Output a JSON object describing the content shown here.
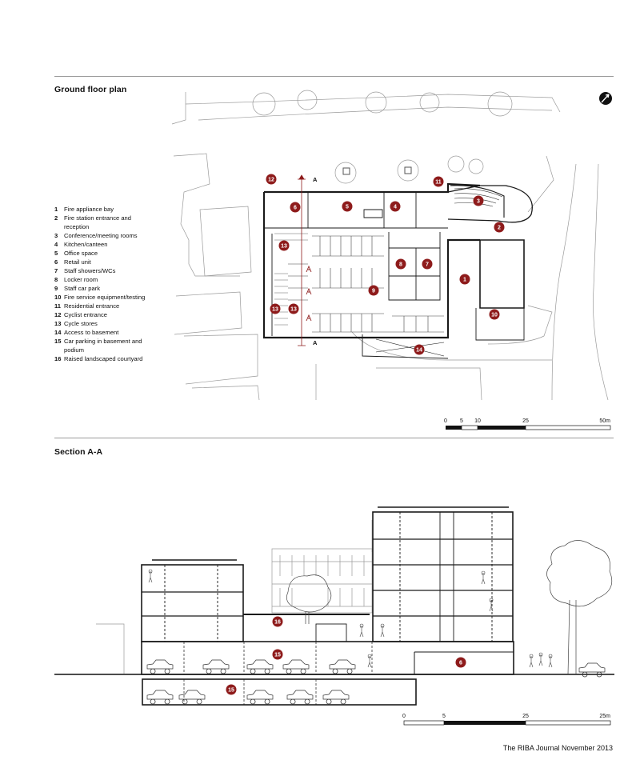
{
  "plan": {
    "title": "Ground floor plan",
    "section_marker": "A",
    "scale": {
      "ticks": [
        "0",
        "5",
        "10",
        "25",
        "50m"
      ]
    }
  },
  "legend": [
    {
      "num": "1",
      "text": "Fire appliance bay"
    },
    {
      "num": "2",
      "text": "Fire station entrance and reception"
    },
    {
      "num": "3",
      "text": "Conference/meeting rooms"
    },
    {
      "num": "4",
      "text": "Kitchen/canteen"
    },
    {
      "num": "5",
      "text": "Office space"
    },
    {
      "num": "6",
      "text": "Retail unit"
    },
    {
      "num": "7",
      "text": "Staff showers/WCs"
    },
    {
      "num": "8",
      "text": "Locker room"
    },
    {
      "num": "9",
      "text": "Staff car park"
    },
    {
      "num": "10",
      "text": "Fire service equipment/testing"
    },
    {
      "num": "11",
      "text": "Residential entrance"
    },
    {
      "num": "12",
      "text": "Cyclist entrance"
    },
    {
      "num": "13",
      "text": "Cycle stores"
    },
    {
      "num": "14",
      "text": "Access to basement"
    },
    {
      "num": "15",
      "text": "Car parking in basement and podium"
    },
    {
      "num": "16",
      "text": "Raised landscaped courtyard"
    }
  ],
  "section": {
    "title": "Section A-A",
    "scale": {
      "ticks": [
        "0",
        "5",
        "25",
        "25m"
      ]
    }
  },
  "footer": "The RIBA Journal November 2013",
  "colors": {
    "marker": "#8e1b1b",
    "line": "#1a1a1a",
    "light_line": "#9a9a9a",
    "fill": "#f2f2f2"
  },
  "icons": [
    "north-arrow-icon",
    "tree-icon",
    "car-icon",
    "person-icon"
  ]
}
